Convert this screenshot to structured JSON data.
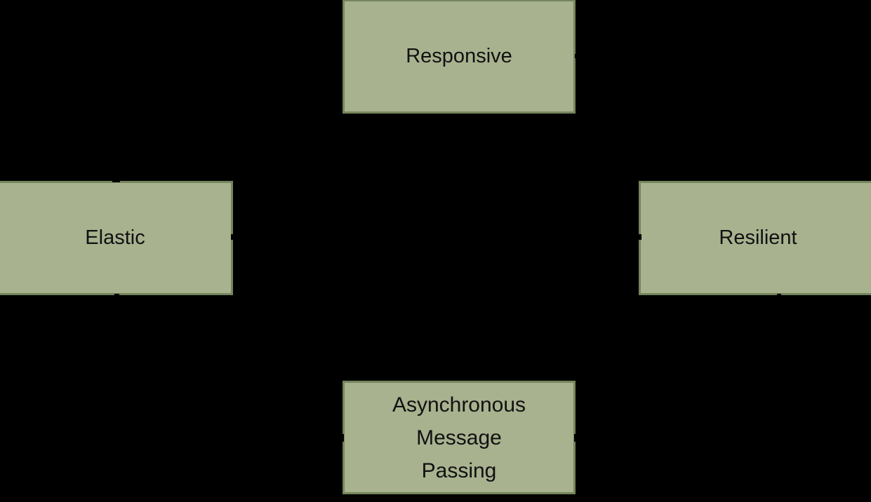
{
  "colors": {
    "background": "#000000",
    "box_fill": "#a8b28f",
    "box_border": "#75855d",
    "label_text": "#111111",
    "tick": "#000000"
  },
  "boxes": [
    {
      "id": "responsive",
      "label": "Responsive",
      "lines": [
        "Responsive"
      ]
    },
    {
      "id": "elastic",
      "label": "Elastic",
      "lines": [
        "Elastic"
      ]
    },
    {
      "id": "resilient",
      "label": "Resilient",
      "lines": [
        "Resilient"
      ]
    },
    {
      "id": "asynchronous-message-passing",
      "label": "Asynchronous Message Passing",
      "lines": [
        "Asynchronous",
        "Message",
        "Passing"
      ]
    }
  ]
}
